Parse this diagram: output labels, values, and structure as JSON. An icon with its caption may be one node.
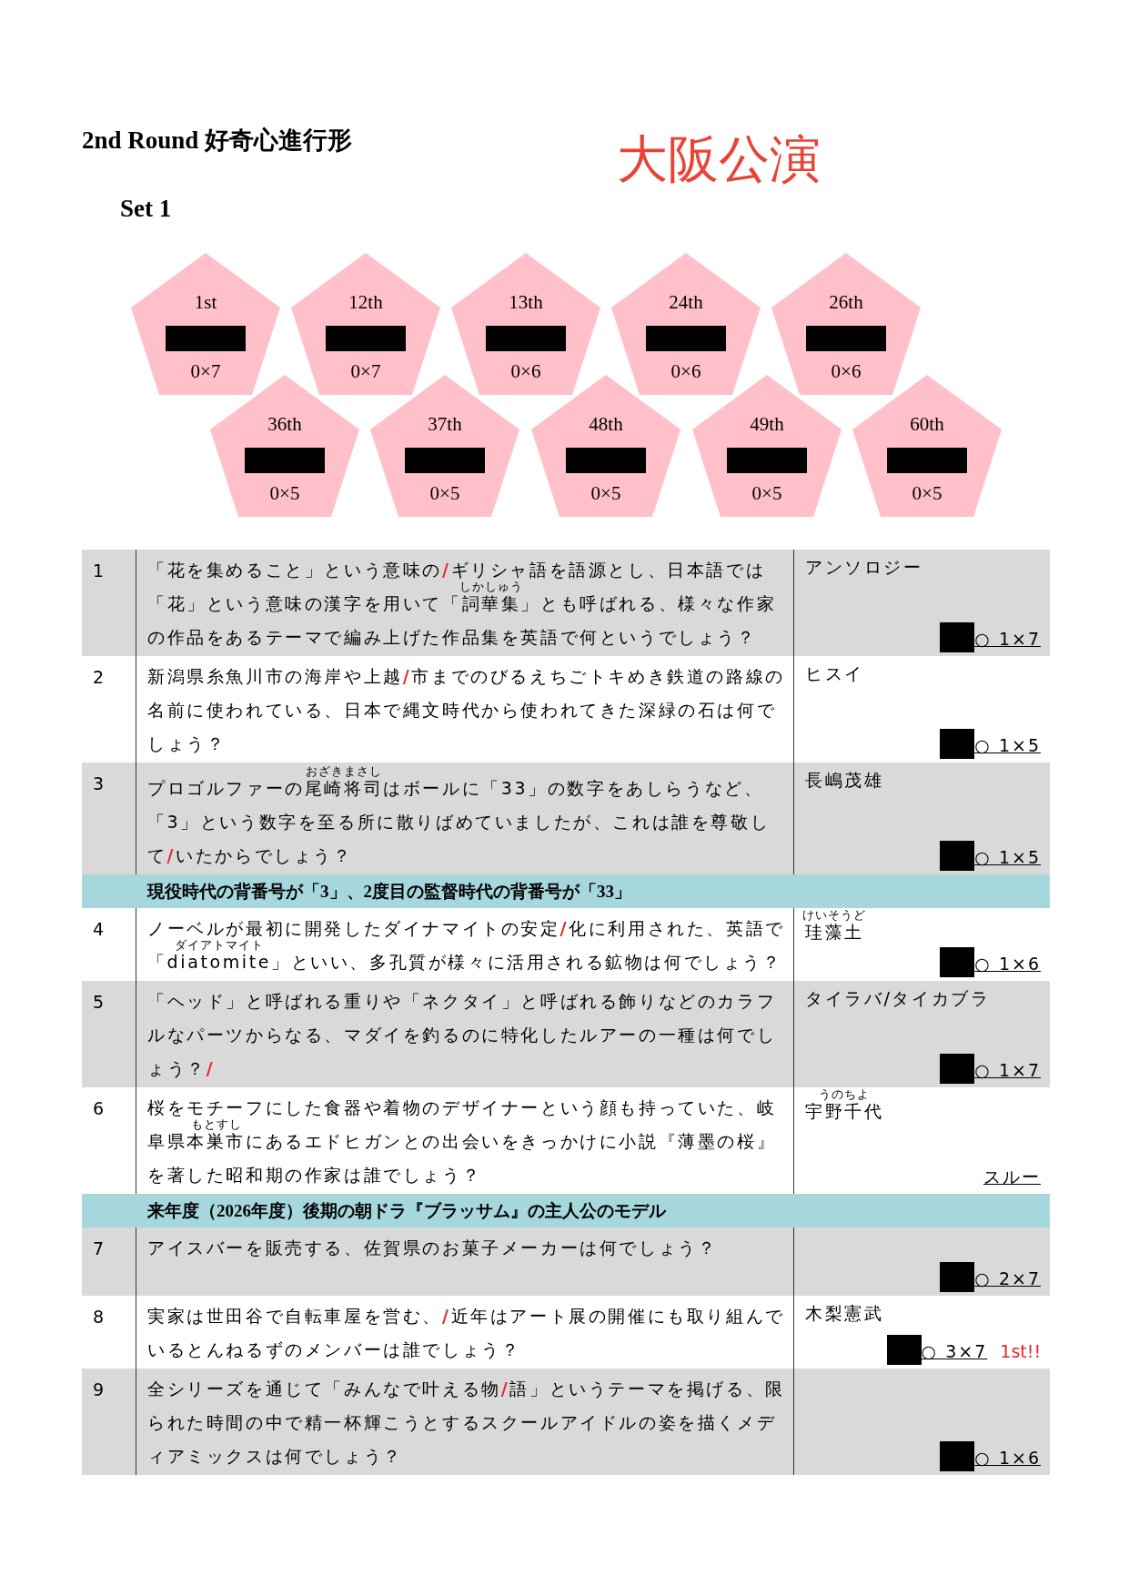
{
  "diagram": {
    "title": "2nd Round  好奇心進行形",
    "nodes": [
      {
        "text": [
          "1st",
          "0×7"
        ]
      },
      {
        "text": [
          "12th",
          "0×7"
        ]
      },
      {
        "text": [
          "13th",
          "0×6"
        ]
      },
      {
        "text": [
          "24th",
          "0×6"
        ]
      },
      {
        "text": [
          "26th",
          "0×6"
        ]
      },
      {
        "text": [
          "36th",
          "0×5"
        ]
      },
      {
        "text": [
          "37th",
          "0×5"
        ]
      },
      {
        "text": [
          "48th",
          "0×5"
        ]
      },
      {
        "text": [
          "49th",
          "0×5"
        ]
      },
      {
        "text": [
          "60th",
          "0×5"
        ]
      }
    ],
    "labels": [
      "大阪公演",
      "Set 1",
      "1",
      "しかしゅう",
      "「花を集めること」という意味の/ギリシャ語を語源とし、日本語では「花」という意味の漢字を用いて「詞華集」とも呼ばれる、様々な作家の作品をあるテーマで編み上げた作品集を英語で何というでしょう？",
      "アンソロジー",
      "○ 1×7",
      "2",
      "新潟県糸魚川市の海岸や上越/市までのびるえちごトキめき鉄道の路線の名前に使われている、日本で縄文時代から使われてきた深緑の石は何でしょう？",
      "ヒスイ",
      "○ 1×5",
      "3",
      "おざきまさし",
      "プロゴルファーの尾崎将司はボールに「33」の数字をあしらうなど、「3」という数字を至る所に散りばめていましたが、これは誰を尊敬して/いたからでしょう？",
      "長嶋茂雄",
      "○ 1×5",
      "現役時代の背番号が「3」、2度目の監督時代の背番号が「33」",
      "4",
      "ダイアトマイト",
      "ノーベルが最初に開発したダイナマイトの安定/化に利用された、英語で「diatomite」といい、多孔質が様々に活用される鉱物は何でしょう？",
      "けいそうど",
      "珪藻土",
      "○ 1×6",
      "5",
      "「ヘッド」と呼ばれる重りや「ネクタイ」と呼ばれる飾りなどのカラフルなパーツからなる、マダイを釣るのに特化したルアーの一種は何でしょう？/",
      "タイラバ/タイカブラ",
      "○ 1×7",
      "6",
      "もとすし",
      "桜をモチーフにした食器や着物のデザイナーという顔も持っていた、岐阜県本巣市にあるエドヒガンとの出会いをきっかけに小説『薄墨の桜』を著した昭和期の作家は誰でしょう？",
      "うのちよ",
      "宇野千代",
      "スルー",
      "来年度（2026年度）後期の朝ドラ『ブラッサム』の主人公のモデル",
      "7",
      "アイスバーを販売する、佐賀県のお菓子メーカーは何でしょう？",
      "○ 2×7",
      "8",
      "実家は世田谷で自転車屋を営む、/近年はアート展の開催にも取り組んでいるとんねるずのメンバーは誰でしょう？",
      "木梨憲武",
      "○ 3×7",
      "1st!!",
      "9",
      "全シリーズを通じて「みんなで叶える物/語」というテーマを掲げる、限られた時間の中で精一杯輝こうとするスクールアイドルの姿を描くメディアミックスは何でしょう？",
      "○ 1×6"
    ]
  }
}
